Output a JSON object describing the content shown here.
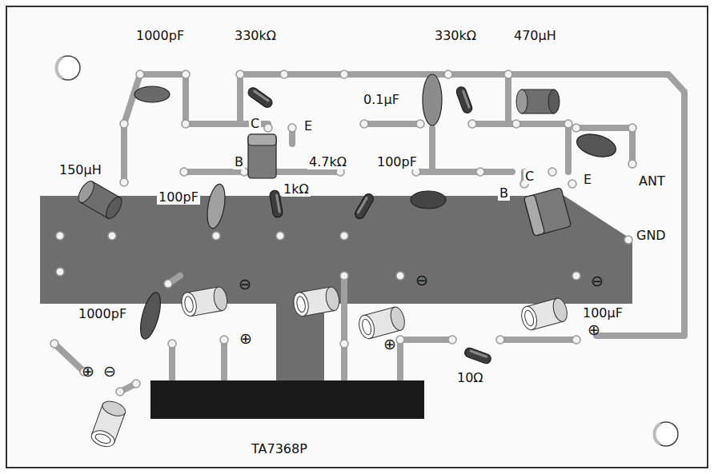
{
  "diagram": {
    "labels": [
      "1000pF",
      "330kΩ",
      "330kΩ",
      "470μH",
      "0.1μF",
      "C",
      "E",
      "B",
      "150μH",
      "4.7kΩ",
      "100pF",
      "100pF",
      "1kΩ",
      "B",
      "C",
      "E",
      "ANT",
      "GND",
      "⊖",
      "⊖",
      "⊖",
      "1000pF",
      "100μF",
      "⊕",
      "⊕",
      "⊕",
      "⊕",
      "⊖",
      "10Ω",
      "TA7368P"
    ]
  }
}
